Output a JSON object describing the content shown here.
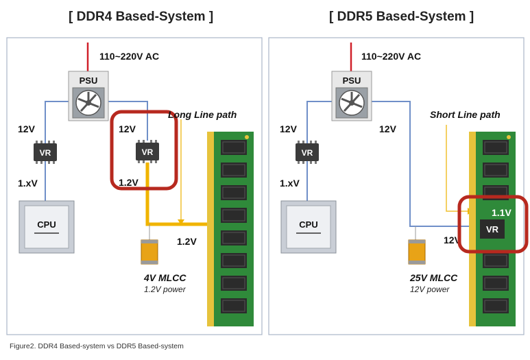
{
  "titles": {
    "left": "[ DDR4 Based-System ]",
    "right": "[ DDR5 Based-System ]"
  },
  "caption": "Figure2. DDR4 Based-system vs DDR5 Based-system",
  "ddr4": {
    "ac": "110~220V AC",
    "psu": "PSU",
    "v12_left": "12V",
    "v12_vr": "12V",
    "vr": "VR",
    "vr2": "VR",
    "v1x": "1.xV",
    "v12out": "1.2V",
    "cpu": "CPU",
    "path_label": "Long Line path",
    "rail": "1.2V",
    "mlcc": "4V MLCC",
    "mlcc_sub": "1.2V power"
  },
  "ddr5": {
    "ac": "110~220V AC",
    "psu": "PSU",
    "v12_left": "12V",
    "v12_mid": "12V",
    "vr": "VR",
    "v1x": "1.xV",
    "cpu": "CPU",
    "path_label": "Short Line path",
    "v12_dimm": "12V",
    "v11": "1.1V",
    "vr_dimm": "VR",
    "mlcc": "25V MLCC",
    "mlcc_sub": "12V power"
  },
  "colors": {
    "highlight": "#c0392b",
    "rail": "#f0b400",
    "wire": "#6f8fc8",
    "ac": "#d0202a",
    "pcb": "#2f8a3a"
  }
}
